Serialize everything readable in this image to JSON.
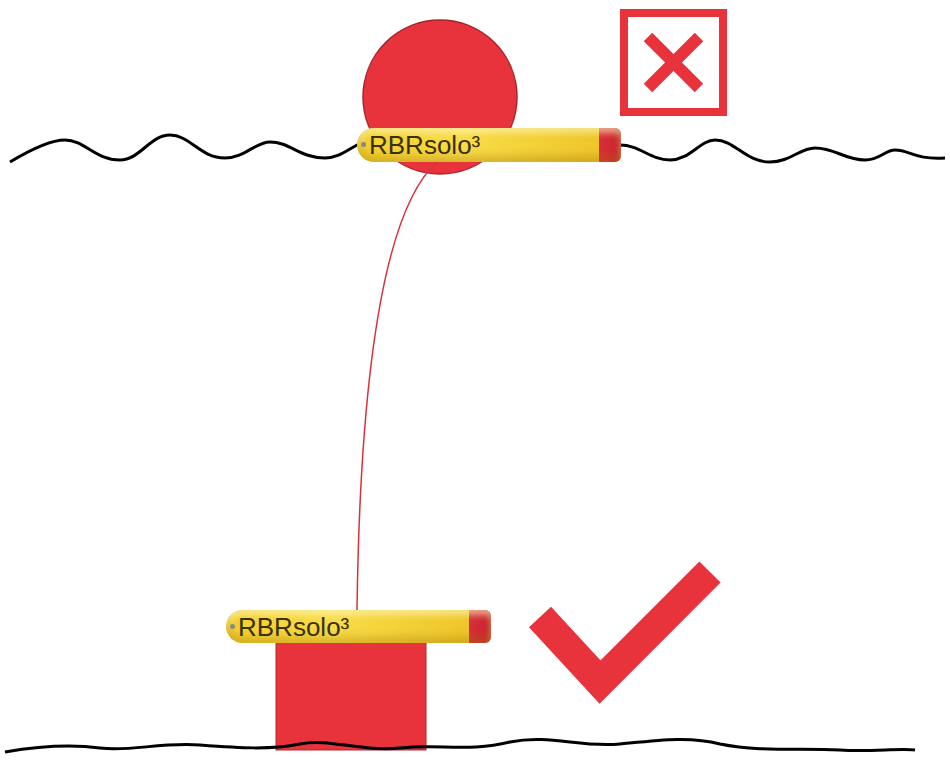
{
  "diagram": {
    "nodes": [
      {
        "text": [
          "RBRsolo³"
        ]
      },
      {
        "text": [
          "RBRsolo³"
        ]
      }
    ],
    "edges": [
      {
        "from": 0,
        "to": 1,
        "arrow": "none"
      }
    ]
  }
}
